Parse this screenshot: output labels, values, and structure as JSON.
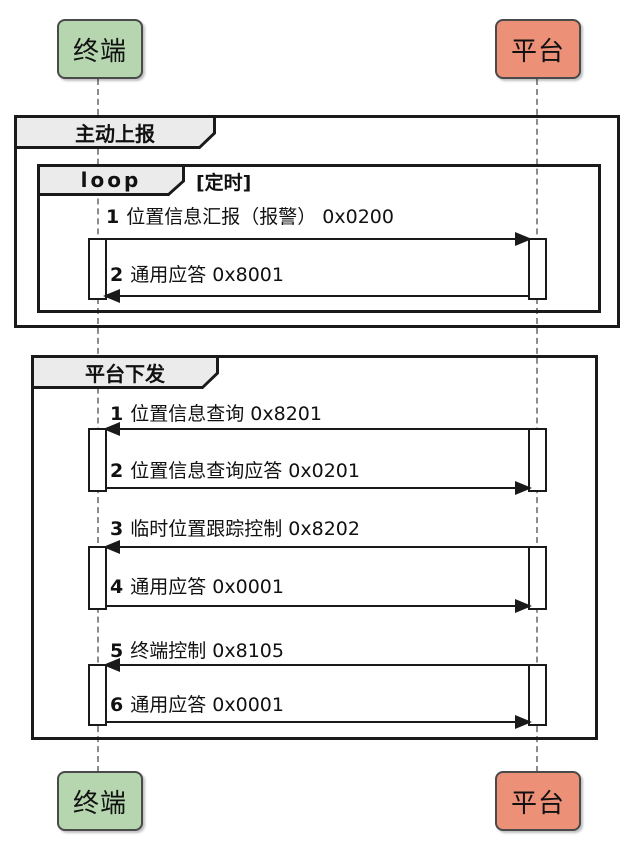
{
  "colors": {
    "terminal_fill": "#B5D6AE",
    "platform_fill": "#EC9178",
    "frame_tab_fill": "#EBEBEB",
    "line": "#1A1A1A",
    "lifeline": "#8C8C8C"
  },
  "actors": {
    "terminal": "终端",
    "platform": "平台"
  },
  "frame_active_report": {
    "title": "主动上报",
    "loop_keyword": "loop",
    "loop_guard": "[定时]",
    "messages": [
      {
        "num": "1",
        "text": "位置信息汇报（报警） 0x0200",
        "dir": "terminal-to-platform"
      },
      {
        "num": "2",
        "text": "通用应答 0x8001",
        "dir": "platform-to-terminal"
      }
    ]
  },
  "frame_platform_dispatch": {
    "title": "平台下发",
    "messages": [
      {
        "num": "1",
        "text": "位置信息查询 0x8201",
        "dir": "platform-to-terminal"
      },
      {
        "num": "2",
        "text": "位置信息查询应答 0x0201",
        "dir": "terminal-to-platform"
      },
      {
        "num": "3",
        "text": "临时位置跟踪控制 0x8202",
        "dir": "platform-to-terminal"
      },
      {
        "num": "4",
        "text": "通用应答 0x0001",
        "dir": "terminal-to-platform"
      },
      {
        "num": "5",
        "text": "终端控制 0x8105",
        "dir": "platform-to-terminal"
      },
      {
        "num": "6",
        "text": "通用应答 0x0001",
        "dir": "terminal-to-platform"
      }
    ]
  }
}
